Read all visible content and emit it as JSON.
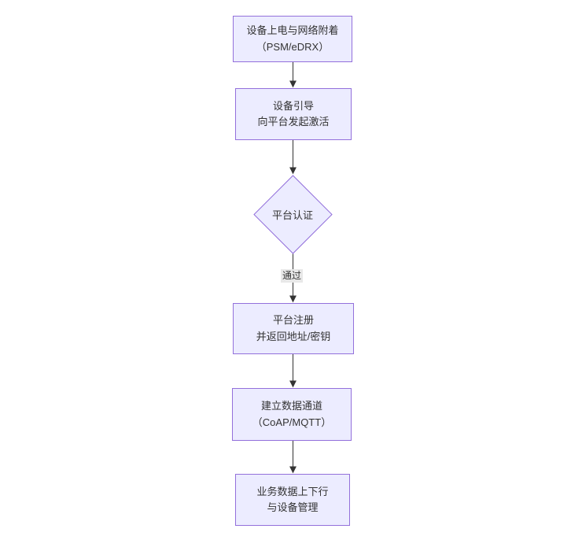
{
  "diagram": {
    "type": "flowchart",
    "direction": "top-down",
    "colors": {
      "node_fill": "#ECECFF",
      "node_border": "#9370DB",
      "text": "#333333",
      "edge": "#333333",
      "edge_label_bg": "#e8e8e8",
      "background": "#ffffff"
    },
    "nodes": [
      {
        "id": "power-attach",
        "shape": "rect",
        "label": "设备上电与网络附着\n（PSM/eDRX）"
      },
      {
        "id": "bootstrap",
        "shape": "rect",
        "label": "设备引导\n向平台发起激活"
      },
      {
        "id": "platform-auth",
        "shape": "diamond",
        "label": "平台认证"
      },
      {
        "id": "platform-register",
        "shape": "rect",
        "label": "平台注册\n并返回地址/密钥"
      },
      {
        "id": "data-channel",
        "shape": "rect",
        "label": "建立数据通道\n（CoAP/MQTT）"
      },
      {
        "id": "business-data",
        "shape": "rect",
        "label": "业务数据上下行\n与设备管理"
      }
    ],
    "edges": [
      {
        "from": "power-attach",
        "to": "bootstrap",
        "label": ""
      },
      {
        "from": "bootstrap",
        "to": "platform-auth",
        "label": ""
      },
      {
        "from": "platform-auth",
        "to": "platform-register",
        "label": "通过"
      },
      {
        "from": "platform-register",
        "to": "data-channel",
        "label": ""
      },
      {
        "from": "data-channel",
        "to": "business-data",
        "label": ""
      }
    ]
  }
}
